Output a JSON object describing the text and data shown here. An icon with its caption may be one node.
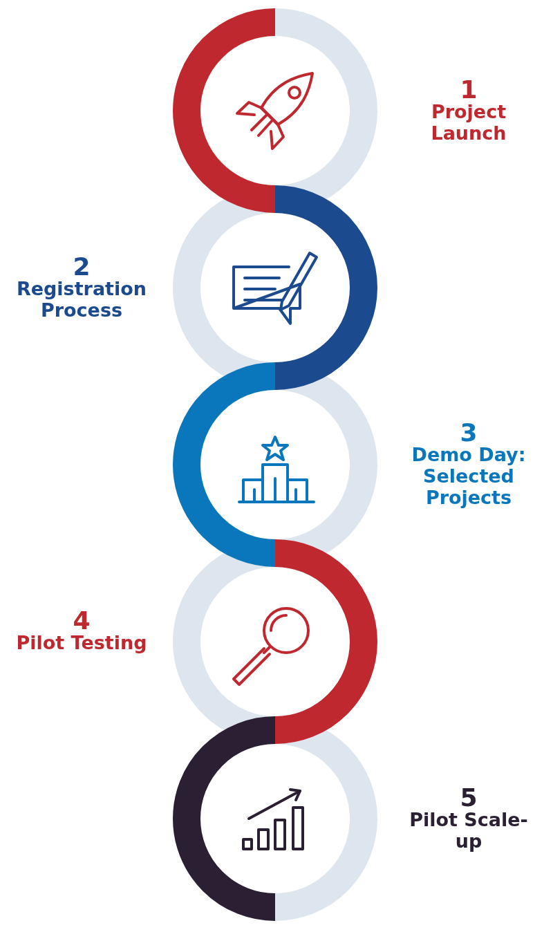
{
  "diagram": {
    "nodes": [
      {
        "text": [
          "1",
          "Project Launch"
        ]
      },
      {
        "text": [
          "2",
          "Registration Process"
        ]
      },
      {
        "text": [
          "3",
          "Demo Day: Selected Projects"
        ]
      },
      {
        "text": [
          "4",
          "Pilot Testing"
        ]
      },
      {
        "text": [
          "5",
          "Pilot Scale-up"
        ]
      }
    ]
  }
}
